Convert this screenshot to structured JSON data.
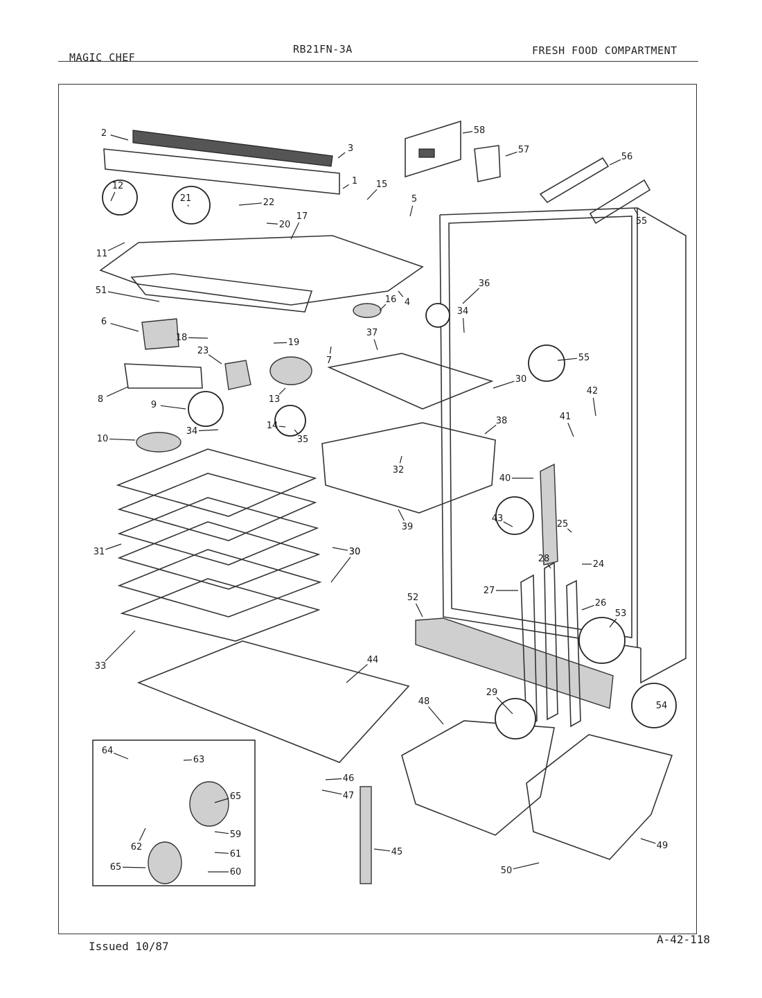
{
  "header": {
    "brand": "MAGIC CHEF",
    "model": "RB21FN-3A",
    "section": "FRESH FOOD COMPARTMENT"
  },
  "footer": {
    "issued": "Issued 10/87",
    "code": "A-42-118"
  },
  "callouts": [
    "1",
    "2",
    "3",
    "4",
    "5",
    "6",
    "7",
    "8",
    "9",
    "10",
    "11",
    "12",
    "13",
    "14",
    "15",
    "16",
    "17",
    "18",
    "19",
    "20",
    "21",
    "22",
    "23",
    "24",
    "25",
    "26",
    "27",
    "28",
    "29",
    "30",
    "30",
    "30",
    "31",
    "32",
    "33",
    "34",
    "34",
    "35",
    "36",
    "37",
    "38",
    "39",
    "40",
    "41",
    "42",
    "43",
    "44",
    "45",
    "46",
    "47",
    "48",
    "49",
    "50",
    "51",
    "52",
    "53",
    "54",
    "55",
    "55",
    "56",
    "57",
    "58",
    "59",
    "60",
    "61",
    "62",
    "63",
    "64",
    "65",
    "65"
  ]
}
